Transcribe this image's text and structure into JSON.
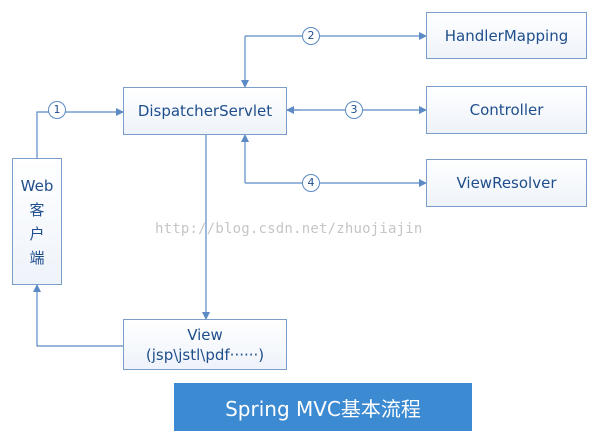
{
  "diagram": {
    "nodes": {
      "dispatcher": "DispatcherServlet",
      "handler_mapping": "HandlerMapping",
      "controller": "Controller",
      "view_resolver": "ViewResolver",
      "web_client": [
        "Web",
        "客",
        "户",
        "端"
      ],
      "view": [
        "View",
        "(jsp\\jstl\\pdf······)"
      ]
    },
    "steps": {
      "step1": "1",
      "step2": "2",
      "step3": "3",
      "step4": "4"
    },
    "watermark": "http://blog.csdn.net/zhuojiajin",
    "title": "Spring MVC基本流程"
  },
  "colors": {
    "box_border": "#7a9ec9",
    "text": "#1f4e8c",
    "arrow": "#5b8ac4",
    "title_bg": "#3c8ad1",
    "title_text": "#ffffff"
  }
}
